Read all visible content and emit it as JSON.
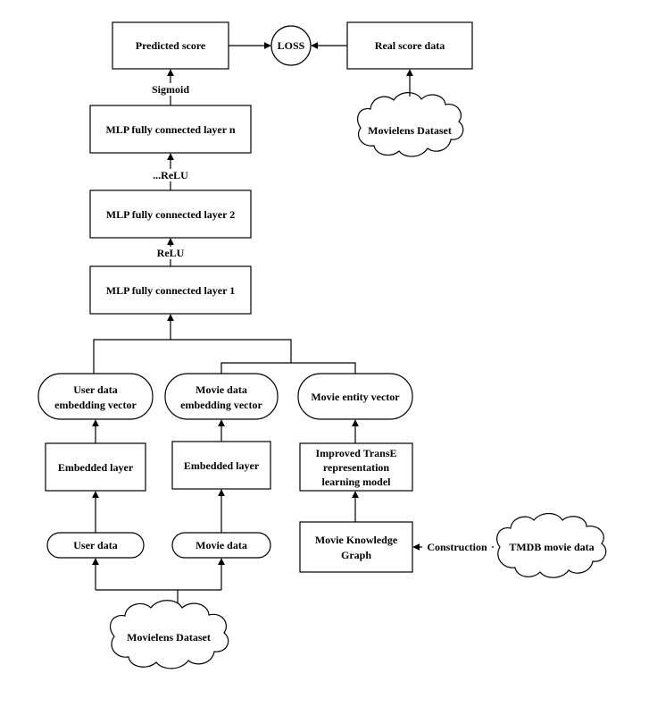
{
  "nodes": {
    "predicted_score": "Predicted score",
    "loss": "LOSS",
    "real_score_data": "Real score data",
    "movielens_top": "Movielens Dataset",
    "mlp_n": "MLP fully connected layer n",
    "mlp_2": "MLP fully connected layer 2",
    "mlp_1": "MLP fully connected layer 1",
    "user_embedding_line1": "User data",
    "user_embedding_line2": "embedding vector",
    "movie_embedding_line1": "Movie data",
    "movie_embedding_line2": "embedding vector",
    "movie_entity_vector": "Movie entity vector",
    "embedded_layer_user": "Embedded layer",
    "embedded_layer_movie": "Embedded layer",
    "transe_line1": "Improved TransE",
    "transe_line2": "representation",
    "transe_line3": "learning model",
    "user_data": "User data",
    "movie_data": "Movie data",
    "kg_line1": "Movie Knowledge",
    "kg_line2": "Graph",
    "tmdb": "TMDB movie data",
    "movielens_bottom": "Movielens Dataset"
  },
  "edges": {
    "sigmoid": "Sigmoid",
    "relu_dots": "...ReLU",
    "relu": "ReLU",
    "construction": "Construction"
  }
}
